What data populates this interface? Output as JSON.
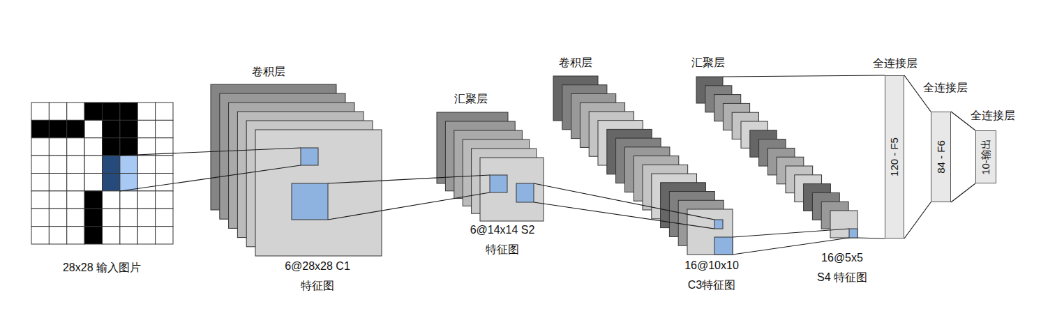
{
  "diagram": {
    "nodes": [
      {
        "text": [
          "28x28 输入图片"
        ]
      },
      {
        "text": [
          "卷积层",
          "6@28x28 C1特征图"
        ]
      },
      {
        "text": [
          "汇聚层",
          "6@14x14 S2特征图"
        ]
      },
      {
        "text": [
          "卷积层",
          "16@10x10 C3特征图"
        ]
      },
      {
        "text": [
          "汇聚层",
          "16@5x5 S4 特征图"
        ]
      },
      {
        "text": [
          "全连接层",
          "120 - F5"
        ]
      },
      {
        "text": [
          "全连接层",
          "84 - F6"
        ]
      },
      {
        "text": [
          "全连接层",
          "10-输出"
        ]
      }
    ],
    "edges": [
      {
        "from": 0,
        "to": 1,
        "arrow": "none"
      },
      {
        "from": 1,
        "to": 2,
        "arrow": "none"
      },
      {
        "from": 2,
        "to": 3,
        "arrow": "none"
      },
      {
        "from": 3,
        "to": 4,
        "arrow": "none"
      },
      {
        "from": 4,
        "to": 5,
        "arrow": "none"
      },
      {
        "from": 5,
        "to": 6,
        "arrow": "none"
      },
      {
        "from": 6,
        "to": 7,
        "arrow": "none"
      }
    ]
  }
}
